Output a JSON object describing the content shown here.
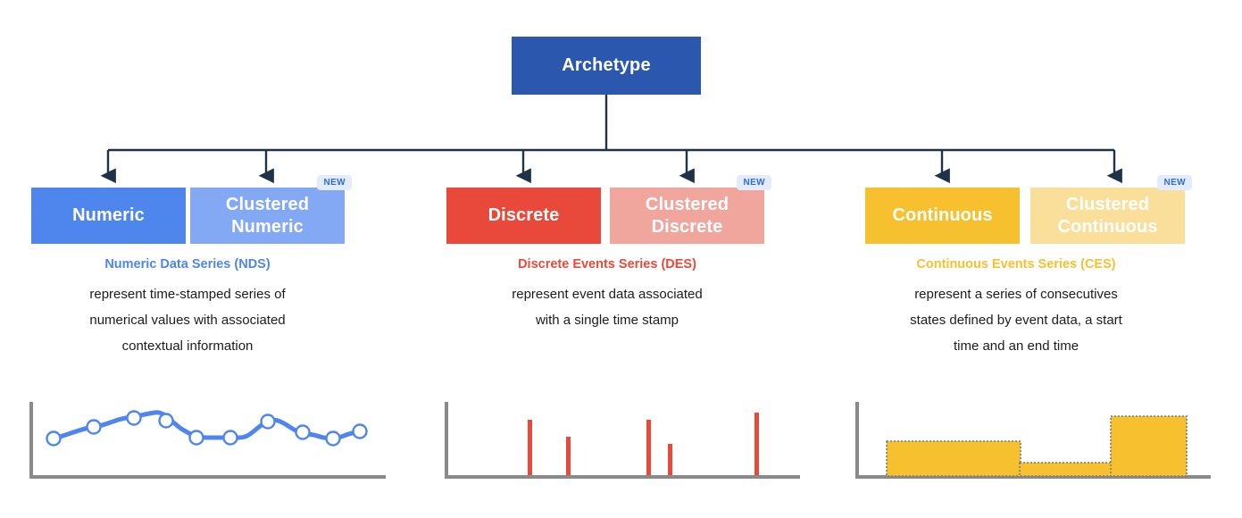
{
  "root": {
    "label": "Archetype",
    "color": "#2b57ae"
  },
  "badge": {
    "label": "NEW",
    "bg": "#e3ecfd",
    "fg": "#2f6bd8"
  },
  "groups": [
    {
      "id": "numeric",
      "base_label": "Numeric",
      "clustered_label": "Clustered\nNumeric",
      "clustered_line1": "Clustered",
      "clustered_line2": "Numeric",
      "base_color": "#4e86ee",
      "clustered_color": "#84a9f4",
      "title": "Numeric Data Series (NDS)",
      "title_color": "#4e86ee",
      "description_lines": [
        "represent time-stamped series of",
        "numerical values with associated",
        "contextual information"
      ],
      "has_new_badge": true
    },
    {
      "id": "discrete",
      "base_label": "Discrete",
      "clustered_label": "Clustered\nDiscrete",
      "clustered_line1": "Clustered",
      "clustered_line2": "Discrete",
      "base_color": "#e8493a",
      "clustered_color": "#f0a69d",
      "title": "Discrete Events Series (DES)",
      "title_color": "#e8493a",
      "description_lines": [
        "represent event data associated",
        "with a single time stamp"
      ],
      "has_new_badge": true
    },
    {
      "id": "continuous",
      "base_label": "Continuous",
      "clustered_label": "Clustered\nContinuous",
      "clustered_line1": "Clustered",
      "clustered_line2": "Continuous",
      "base_color": "#f6c02f",
      "clustered_color": "#fadf9b",
      "title": "Continuous Events Series (CES)",
      "title_color": "#f6c02f",
      "description_lines": [
        "represent a series of consecutives",
        "states defined by event data, a start",
        "time and an end time"
      ],
      "has_new_badge": true
    }
  ],
  "axis_color": "#8a8a8a",
  "chart_data": [
    {
      "type": "line",
      "id": "numeric-chart",
      "title": "",
      "xlabel": "",
      "ylabel": "",
      "series_color": "#4e86ee",
      "marker_fill": "#ffffff",
      "x": [
        0,
        1,
        2,
        3,
        4,
        5,
        6,
        7,
        8,
        9,
        10
      ],
      "values": [
        18,
        34,
        44,
        38,
        24,
        24,
        42,
        30,
        25,
        28,
        28
      ],
      "ylim": [
        0,
        60
      ],
      "grid": false,
      "legend": "none"
    },
    {
      "type": "bar",
      "id": "discrete-chart",
      "title": "",
      "xlabel": "",
      "ylabel": "",
      "series_color": "#e8493a",
      "categories": [
        "e1",
        "e2",
        "e3",
        "e4",
        "e5"
      ],
      "x": [
        0.23,
        0.33,
        0.55,
        0.61,
        0.88
      ],
      "values": [
        68,
        48,
        69,
        38,
        79
      ],
      "ylim": [
        0,
        100
      ],
      "grid": false,
      "legend": "none"
    },
    {
      "type": "area",
      "id": "continuous-chart",
      "title": "",
      "xlabel": "",
      "ylabel": "",
      "series_color": "#f6c02f",
      "border_style": "dotted",
      "categories": [
        "state A",
        "state B",
        "state C"
      ],
      "spans": [
        [
          0.09,
          0.41
        ],
        [
          0.41,
          0.7
        ],
        [
          0.7,
          0.97
        ]
      ],
      "values": [
        56,
        32,
        76
      ],
      "ylim": [
        0,
        100
      ],
      "grid": false,
      "legend": "none"
    }
  ]
}
